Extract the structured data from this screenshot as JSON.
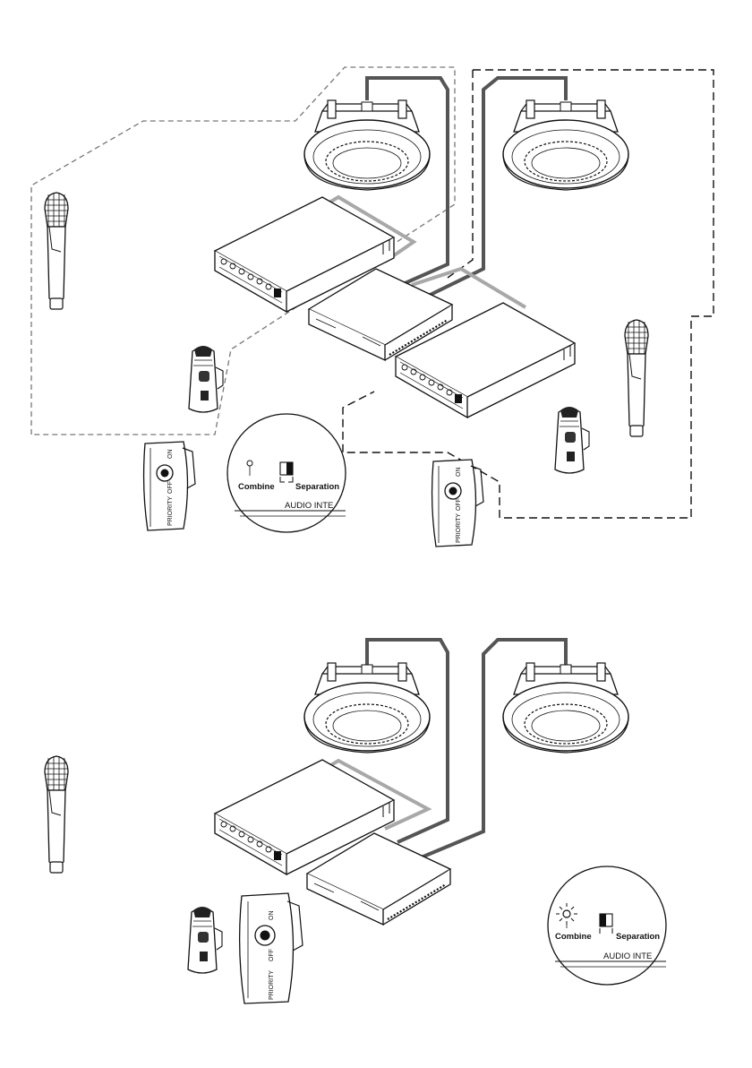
{
  "top_panel": {
    "mode_label_combine": "Combine",
    "mode_label_separation": "Separation",
    "panel_label": "AUDIO INTE",
    "pack_label_priority": "PRIORITY",
    "pack_label_off": "OFF",
    "pack_label_on": "ON"
  },
  "bottom_panel": {
    "mode_label_combine": "Combine",
    "mode_label_separation": "Separation",
    "panel_label": "AUDIO INTE",
    "pack_label_priority": "PRIORITY",
    "pack_label_off": "OFF",
    "pack_label_on": "ON"
  },
  "colors": {
    "line": "#111111",
    "cable_dark": "#555555",
    "cable_light": "#a8a8a8"
  }
}
